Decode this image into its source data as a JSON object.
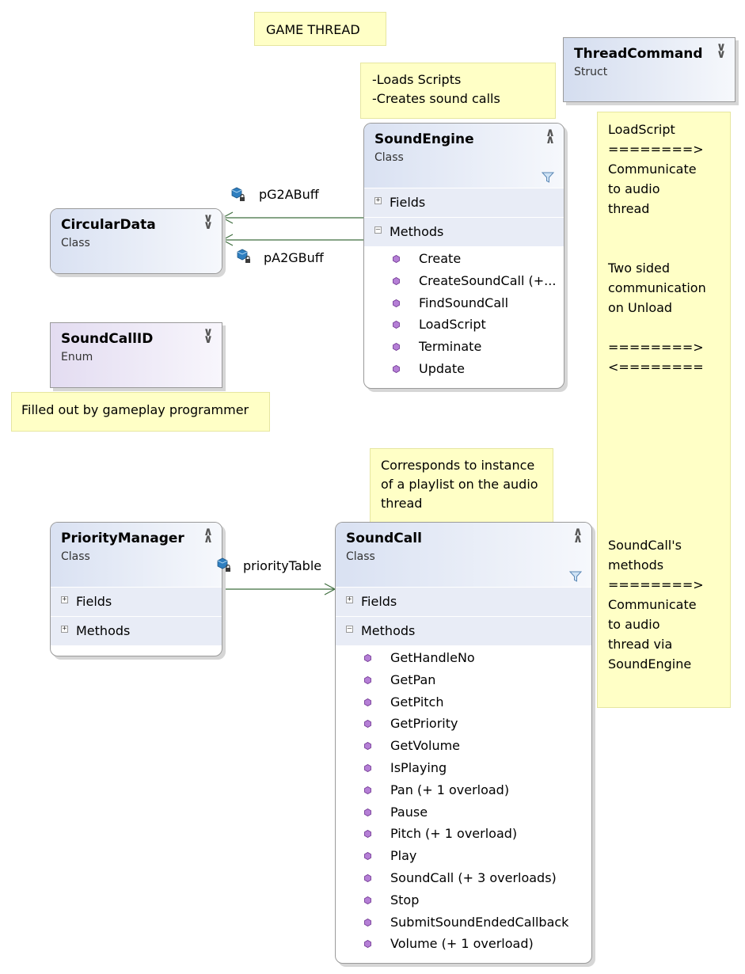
{
  "notes": {
    "game_thread": "GAME THREAD",
    "sound_engine_note": [
      "-Loads Scripts",
      "-Creates sound calls"
    ],
    "sound_call_id_note": "Filled out by gameplay programmer",
    "sound_call_note": [
      "Corresponds to instance",
      "of a playlist on the audio",
      "thread"
    ],
    "right_note": [
      "LoadScript",
      "========>",
      "Communicate",
      "to audio",
      "thread",
      "",
      "",
      "Two sided",
      "communication",
      "on Unload",
      "",
      "========>",
      "<========",
      "",
      "",
      "",
      "",
      "",
      "",
      "",
      "",
      "SoundCall's",
      "methods",
      "========>",
      "Communicate",
      "to audio",
      "thread via",
      "SoundEngine"
    ]
  },
  "thread_command": {
    "name": "ThreadCommand",
    "kind": "Struct"
  },
  "circular_data": {
    "name": "CircularData",
    "kind": "Class"
  },
  "sound_call_id": {
    "name": "SoundCallID",
    "kind": "Enum"
  },
  "sound_engine": {
    "name": "SoundEngine",
    "kind": "Class",
    "fields_label": "Fields",
    "methods_label": "Methods",
    "methods": [
      "Create",
      "CreateSoundCall  (+...",
      "FindSoundCall",
      "LoadScript",
      "Terminate",
      "Update"
    ]
  },
  "priority_manager": {
    "name": "PriorityManager",
    "kind": "Class",
    "fields_label": "Fields",
    "methods_label": "Methods"
  },
  "sound_call": {
    "name": "SoundCall",
    "kind": "Class",
    "fields_label": "Fields",
    "methods_label": "Methods",
    "methods": [
      "GetHandleNo",
      "GetPan",
      "GetPitch",
      "GetPriority",
      "GetVolume",
      "IsPlaying",
      "Pan (+ 1 overload)",
      "Pause",
      "Pitch (+ 1 overload)",
      "Play",
      "SoundCall (+ 3 overloads)",
      "Stop",
      "SubmitSoundEndedCallback",
      "Volume (+ 1 overload)"
    ]
  },
  "associations": {
    "g2a": "pG2ABuff",
    "a2g": "pA2GBuff",
    "priority": "priorityTable"
  },
  "colors": {
    "note_fill": "#ffffc6",
    "class_header": "#d9e1f2",
    "enum_header": "#e3dcf1",
    "connector": "#3f6e3f",
    "method_icon": "#7b3f9e"
  }
}
